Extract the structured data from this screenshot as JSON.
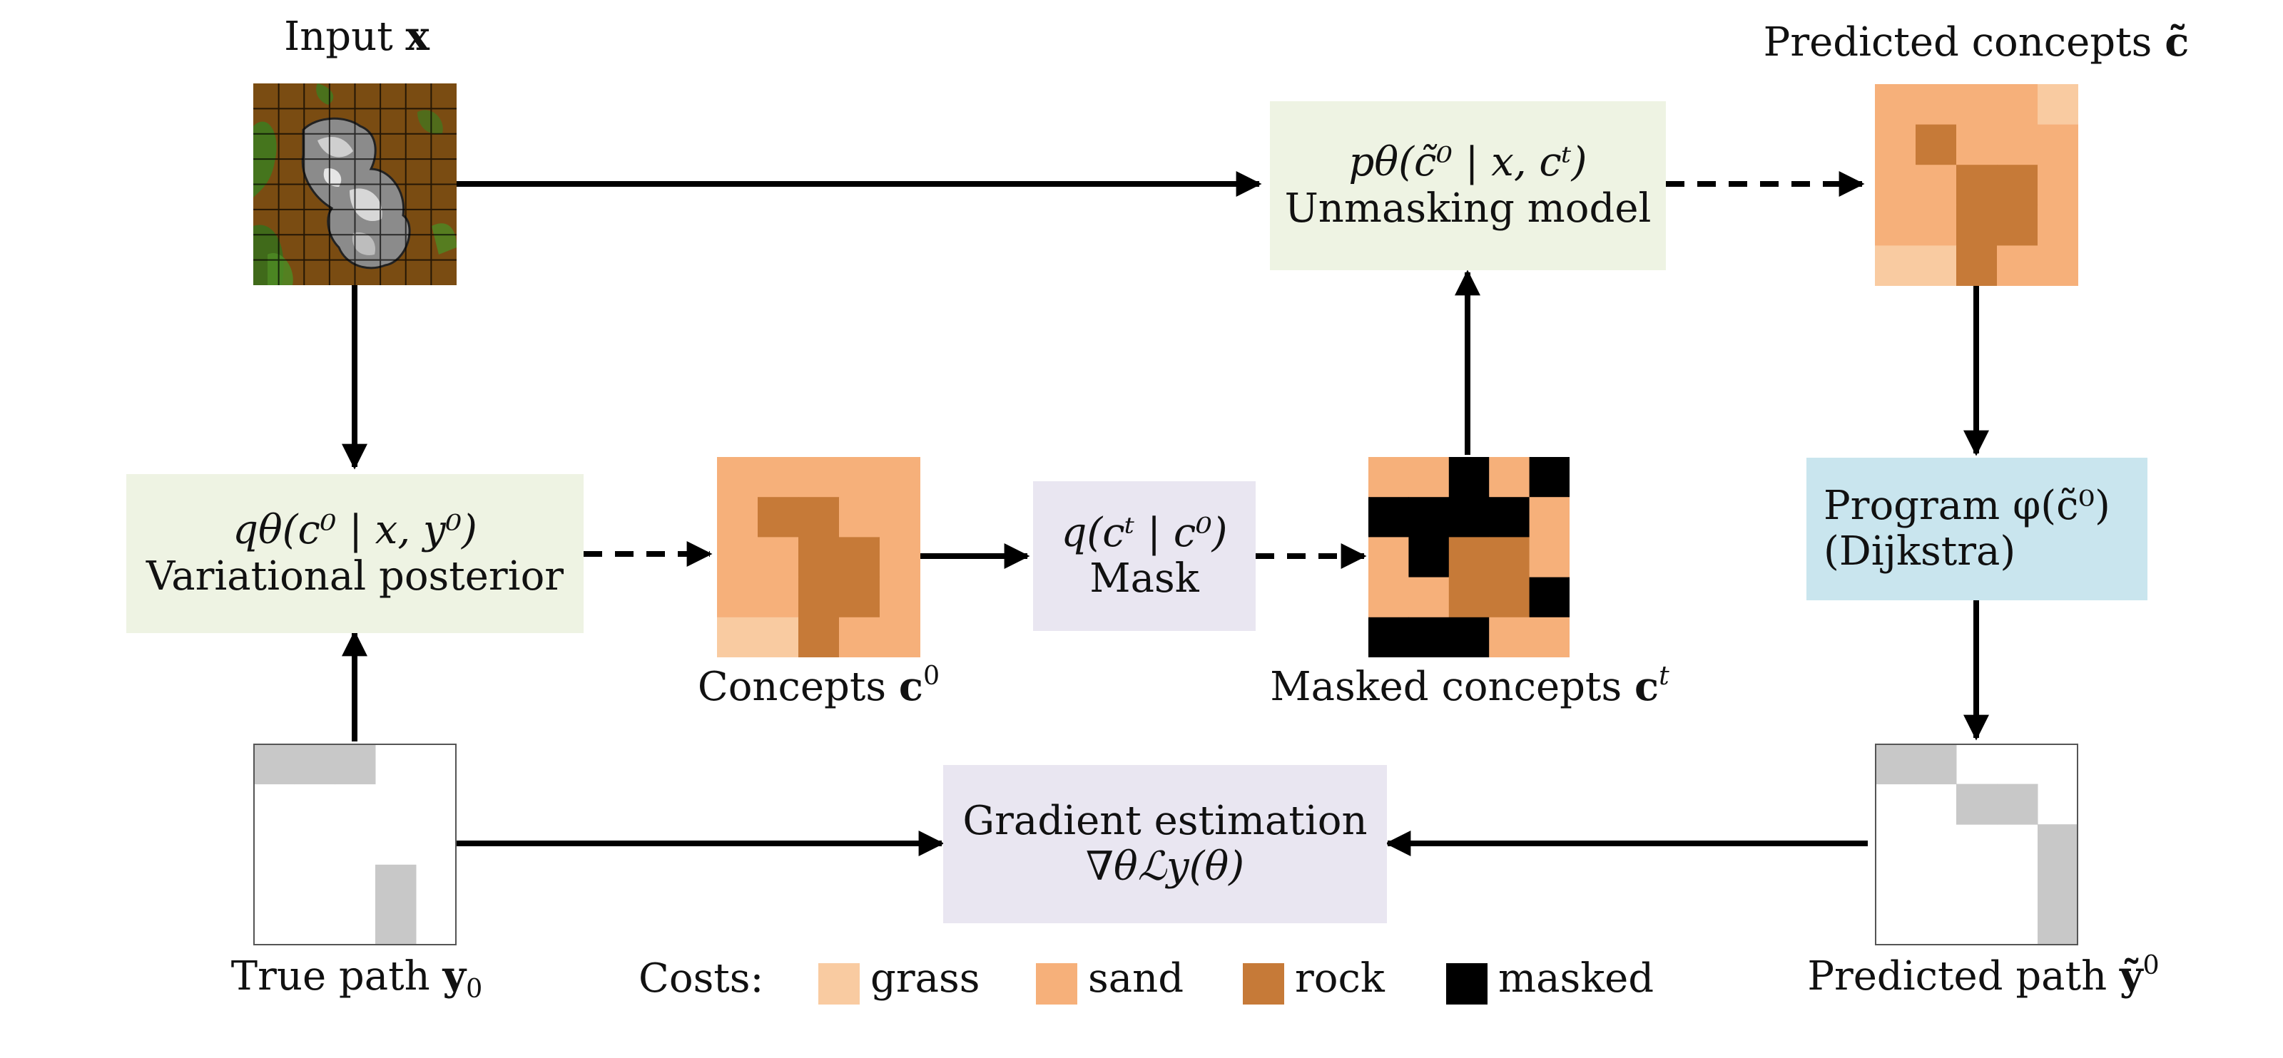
{
  "colors": {
    "grass": "#f9cba1",
    "sand": "#f6b07a",
    "rock": "#c67a38",
    "masked": "#000000",
    "path_cell": "#c8c8c8",
    "box_green": "#eef3e3",
    "box_lavender": "#e9e6f1",
    "box_blue": "#c9e5ee"
  },
  "labels": {
    "input": "Input",
    "input_var": "x",
    "predicted_concepts": "Predicted concepts",
    "predicted_concepts_var": "c̃",
    "concepts": "Concepts",
    "concepts_var": "c",
    "concepts_sup": "0",
    "masked_concepts": "Masked concepts",
    "masked_concepts_var": "c",
    "masked_concepts_sup": "t",
    "true_path": "True path",
    "true_path_var": "y",
    "true_path_sub": "0",
    "predicted_path": "Predicted path",
    "predicted_path_var": "ỹ",
    "predicted_path_sup": "0"
  },
  "nodes": {
    "unmasking": {
      "formula": "pθ(c̃⁰ | x, cᵗ)",
      "title": "Unmasking model"
    },
    "posterior": {
      "formula": "qθ(c⁰ | x, y⁰)",
      "title": "Variational posterior"
    },
    "mask": {
      "formula": "q(cᵗ | c⁰)",
      "title": "Mask"
    },
    "program": {
      "title": "Program φ(c̃⁰)",
      "subtitle": "(Dijkstra)"
    },
    "gradient": {
      "title": "Gradient estimation",
      "formula": "∇θℒy(θ)"
    }
  },
  "legend": {
    "title": "Costs:",
    "items": [
      {
        "label": "grass",
        "color": "#f9cba1"
      },
      {
        "label": "sand",
        "color": "#f6b07a"
      },
      {
        "label": "rock",
        "color": "#c67a38"
      },
      {
        "label": "masked",
        "color": "#000000"
      }
    ]
  },
  "grids": {
    "predicted_concepts": [
      [
        "S",
        "S",
        "S",
        "S",
        "G"
      ],
      [
        "S",
        "R",
        "S",
        "S",
        "S"
      ],
      [
        "S",
        "S",
        "R",
        "R",
        "S"
      ],
      [
        "S",
        "S",
        "R",
        "R",
        "S"
      ],
      [
        "G",
        "G",
        "R",
        "S",
        "S"
      ]
    ],
    "concepts": [
      [
        "S",
        "S",
        "S",
        "S",
        "S"
      ],
      [
        "S",
        "R",
        "R",
        "S",
        "S"
      ],
      [
        "S",
        "S",
        "R",
        "R",
        "S"
      ],
      [
        "S",
        "S",
        "R",
        "R",
        "S"
      ],
      [
        "G",
        "G",
        "R",
        "S",
        "S"
      ]
    ],
    "masked_concepts": [
      [
        "S",
        "S",
        "M",
        "S",
        "M"
      ],
      [
        "M",
        "M",
        "M",
        "M",
        "S"
      ],
      [
        "S",
        "M",
        "R",
        "R",
        "S"
      ],
      [
        "S",
        "S",
        "R",
        "R",
        "M"
      ],
      [
        "M",
        "M",
        "M",
        "S",
        "S"
      ]
    ],
    "true_path": [
      [
        1,
        1,
        1,
        0,
        0
      ],
      [
        0,
        0,
        0,
        0,
        0
      ],
      [
        0,
        0,
        0,
        0,
        0
      ],
      [
        0,
        0,
        0,
        1,
        0
      ],
      [
        0,
        0,
        0,
        1,
        0
      ]
    ],
    "predicted_path": [
      [
        1,
        1,
        0,
        0,
        0
      ],
      [
        0,
        0,
        1,
        1,
        0
      ],
      [
        0,
        0,
        0,
        0,
        1
      ],
      [
        0,
        0,
        0,
        0,
        1
      ],
      [
        0,
        0,
        0,
        0,
        1
      ]
    ]
  }
}
